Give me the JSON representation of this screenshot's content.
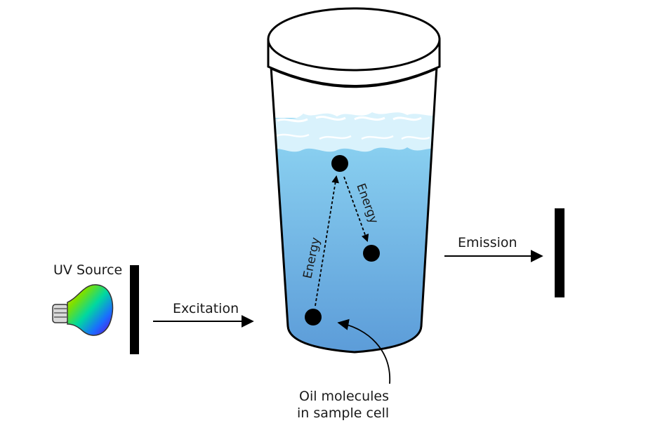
{
  "labels": {
    "uv_source": "UV Source",
    "excitation": "Excitation",
    "emission": "Emission",
    "energy_left": "Energy",
    "energy_right": "Energy",
    "oil_line1": "Oil molecules",
    "oil_line2": "in sample cell"
  },
  "colors": {
    "liquid_top": "#8fd6f3",
    "liquid_bottom": "#5b9bd8",
    "foam": "#f2fbff",
    "stroke": "#000000",
    "detector": "#000000"
  },
  "icons": {
    "source": "rainbow-lightbulb-icon"
  }
}
